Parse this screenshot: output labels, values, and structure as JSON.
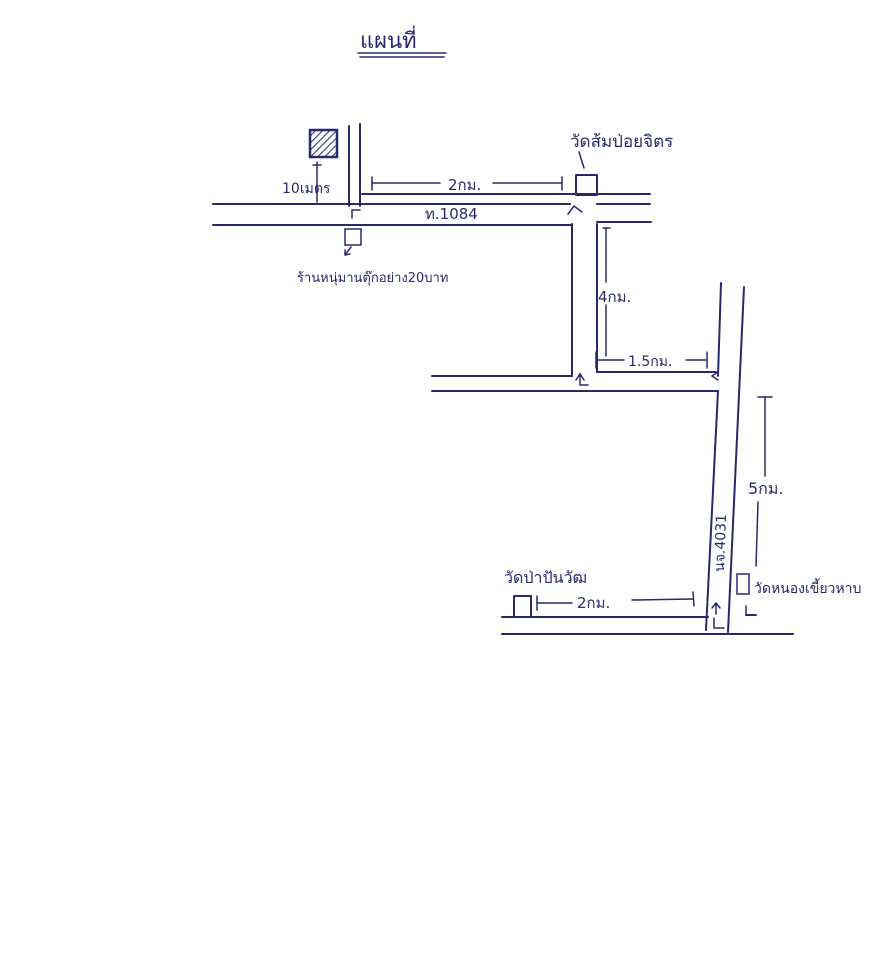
{
  "title": "แผนที่",
  "labels": {
    "temple_north": "วัดส้มป่อยจิตร",
    "temple_southwest": "วัดป่าปันวัฒ",
    "temple_southeast": "วัดหนองเขี้ยวหาบ",
    "shop": "ร้านหนุ่มานตุ๊กอย่าง20บาท",
    "road_main": "ท.1084",
    "road_south": "นจ.4031"
  },
  "distances": {
    "to_house": "10เมตร",
    "north_segment": "2กม.",
    "down_segment": "4กม.",
    "middle_segment": "1.5กม.",
    "south_segment": "5กม.",
    "bottom_segment": "2กม."
  },
  "colors": {
    "ink": "#262a6b",
    "paper": "#ffffff"
  }
}
